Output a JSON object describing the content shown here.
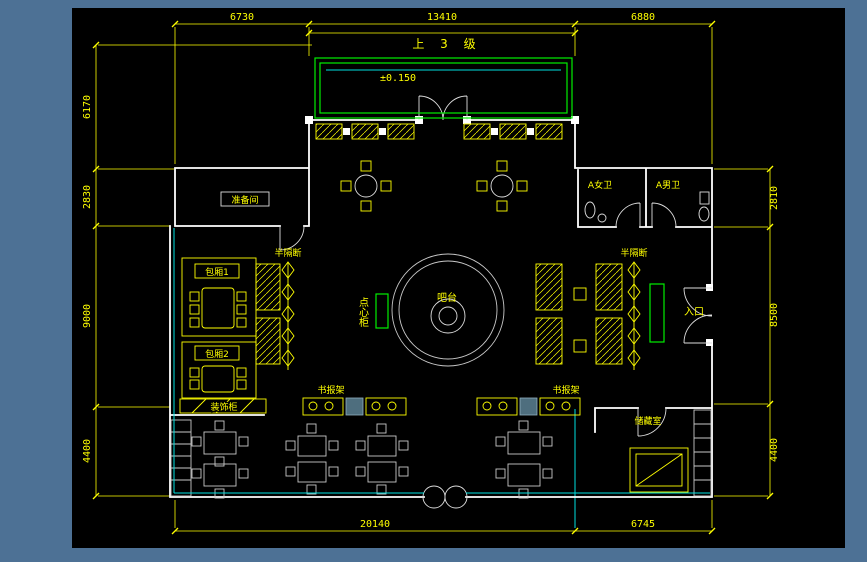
{
  "colors": {
    "window_background": "#4d7195",
    "canvas_background": "#000000",
    "dimension_lines": "#ffff00",
    "walls": "#ffffff",
    "accent_cyan": "#00e0e0",
    "accent_green": "#00ee00",
    "furniture": "#ffff00",
    "secondary_gray": "#c8c8c8"
  },
  "dimensions": {
    "top": [
      "6730",
      "13410",
      "6880"
    ],
    "bottom": [
      "20140",
      "6745"
    ],
    "left": [
      "6170",
      "2830",
      "9000",
      "4400"
    ],
    "right": [
      "2810",
      "8500",
      "4400"
    ]
  },
  "labels": {
    "stairs_note": "上 3 级",
    "elevation": "±0.150",
    "prep_room": "准备间",
    "private_room_1": "包厢1",
    "private_room_2": "包厢2",
    "half_partition_left": "半隔断",
    "half_partition_right": "半隔断",
    "bar_counter": "吧台",
    "dessert_cabinet": "点心柜",
    "toilet_women": "A女卫",
    "toilet_men": "A男卫",
    "entrance": "入口",
    "decor_cabinet": "装饰柜",
    "book_rack_left": "书报架",
    "book_rack_right": "书报架",
    "storage_room": "储藏室"
  }
}
